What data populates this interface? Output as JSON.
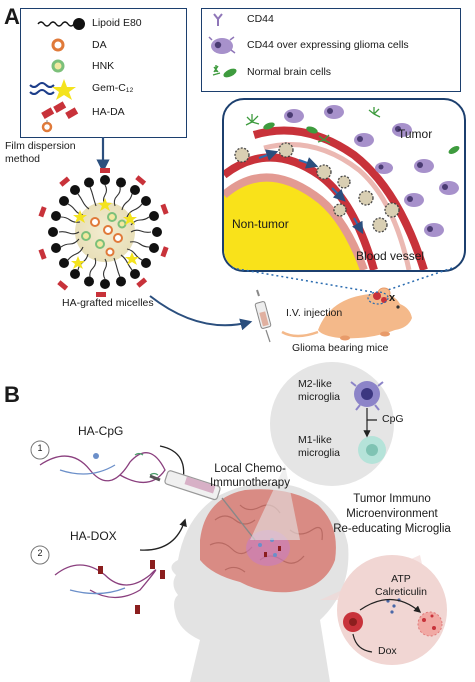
{
  "panel_a": {
    "letter": "A",
    "components": [
      {
        "label": "Lipoid E80",
        "icon": "lipid-tail-icon"
      },
      {
        "label": "DA",
        "icon": "orange-ring-icon"
      },
      {
        "label": "HNK",
        "icon": "green-ring-icon"
      },
      {
        "label": "Gem-C₁₂",
        "icon": "yellow-star-icon"
      },
      {
        "label": "HA-DA",
        "icon": "ha-da-conjugate-icon"
      }
    ],
    "legend": [
      {
        "label": "CD44",
        "icon": "receptor-icon"
      },
      {
        "label": "CD44 over expressing glioma cells",
        "icon": "glioma-cell-icon"
      },
      {
        "label": "Normal brain cells",
        "icon": "normal-cell-icon"
      }
    ],
    "method_label": "Film dispersion\nmethod",
    "micelle_label": "HA-grafted micelles",
    "injection_label": "I.V. injection",
    "mouse_label": "Glioma bearing mice",
    "tumor_label": "Tumor",
    "non_tumor_label": "Non-tumor",
    "vessel_label": "Blood vessel",
    "x_mark": "x"
  },
  "panel_b": {
    "letter": "B",
    "step1_number": "1",
    "step1_label": "HA-CpG",
    "step2_number": "2",
    "step2_label": "HA-DOX",
    "therapy_label": "Local Chemo-\nImmunotherapy",
    "m2_label": "M2-like\nmicroglia",
    "m1_label": "M1-like\nmicroglia",
    "cpg_label": "CpG",
    "tme_label": "Tumor Immuno\nMicroenvironment\nRe-educating Microglia",
    "atp_label": "ATP\nCalreticulin",
    "dox_label": "Dox"
  },
  "colors": {
    "box_border": "#1c3f6e",
    "arrow": "#2b4f7e",
    "tumor_cell": "#8f76b8",
    "normal_cell": "#3e9b3e",
    "yellow": "#f4e31d",
    "vessel_red": "#c8323a",
    "brain": "#d98b84",
    "skin": "#dcdcdc"
  }
}
